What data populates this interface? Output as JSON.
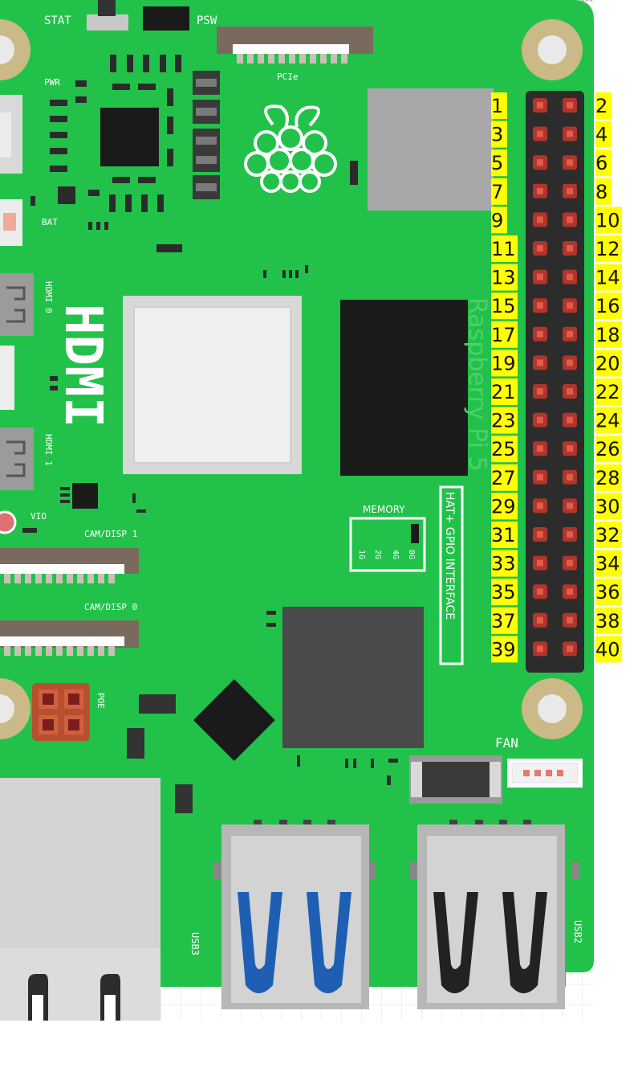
{
  "labels": {
    "stat": "STAT",
    "psw": "PSW",
    "pcie": "PCIe",
    "pwr": "PWR",
    "bat": "BAT",
    "hdmi_big": "HDMI",
    "hdmi0": "HDMI 0",
    "hdmi1": "HDMI 1",
    "vio": "VIO",
    "cam1": "CAM/DISP 1",
    "cam0": "CAM/DISP 0",
    "poe": "POE",
    "memory": "MEMORY",
    "mem_options": [
      "1G",
      "2G",
      "4G",
      "8G"
    ],
    "hat": "HAT+ GPIO INTERFACE",
    "brand": "Raspberry Pi 5",
    "fan": "FAN",
    "usb3": "USB3",
    "usb2": "USB2"
  },
  "gpio": {
    "left_pins": [
      "1",
      "3",
      "5",
      "7",
      "9",
      "11",
      "13",
      "15",
      "17",
      "19",
      "21",
      "23",
      "25",
      "27",
      "29",
      "31",
      "33",
      "35",
      "37",
      "39"
    ],
    "right_pins": [
      "2",
      "4",
      "6",
      "8",
      "10",
      "12",
      "14",
      "16",
      "18",
      "20",
      "22",
      "24",
      "26",
      "28",
      "30",
      "32",
      "34",
      "36",
      "38",
      "40"
    ]
  },
  "colors": {
    "board": "#22c24a",
    "highlight": "#ffff00",
    "header": "#2c2c2c",
    "pin": "#c0392b",
    "usb3_blue": "#1e5fb4",
    "usb2_black": "#222222"
  }
}
